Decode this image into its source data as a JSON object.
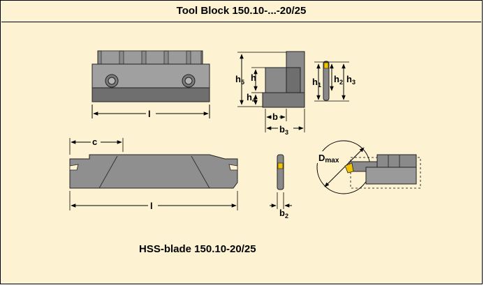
{
  "title": "Tool Block 150.10-...-20/25",
  "subtitle": "HSS-blade 150.10-20/25",
  "labels": {
    "block_length": "l",
    "h5": "h",
    "h5_sub": "5",
    "h": "h",
    "h4": "h",
    "h4_sub": "4",
    "b": "b",
    "b3": "b",
    "b3_sub": "3",
    "h1": "h",
    "h1_sub": "1",
    "h2": "h",
    "h2_sub": "2",
    "h3": "h",
    "h3_sub": "3",
    "c": "c",
    "blade_length": "l",
    "b2": "b",
    "b2_sub": "2",
    "dmax": "D",
    "dmax_sub": "max"
  },
  "colors": {
    "background": "#fdf3d2",
    "metal": "#8a8a8a",
    "metal_light": "#b8b8b8",
    "metal_dark": "#5e5e5e",
    "insert": "#f2c200"
  }
}
